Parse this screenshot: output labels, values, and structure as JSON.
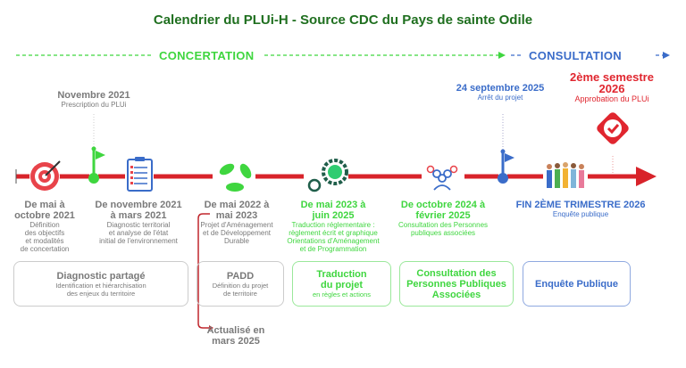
{
  "title": "Calendrier du PLUi-H - Source CDC du Pays de sainte Odile",
  "phases": {
    "concertation": "CONCERTATION",
    "consultation": "CONSULTATION"
  },
  "milestones_top": [
    {
      "date": "Novembre 2021",
      "desc": "Prescription du PLUi"
    },
    {
      "date": "24 septembre 2025",
      "desc": "Arrêt du projet"
    },
    {
      "date_line1": "2ème semestre",
      "date_line2": "2026",
      "desc": "Approbation du PLUi"
    }
  ],
  "steps": [
    {
      "date_line1": "De mai à",
      "date_line2": "octobre 2021",
      "desc": [
        "Définition",
        "des objectifs",
        "et modalités",
        "de concertation"
      ],
      "icon": "target-icon"
    },
    {
      "date_line1": "De novembre 2021",
      "date_line2": "à mars 2021",
      "desc": [
        "Diagnostic territorial",
        "et analyse de l'état",
        "initial de l'environnement"
      ],
      "icon": "clipboard-icon"
    },
    {
      "date_line1": "De mai 2022 à",
      "date_line2": "mai 2023",
      "desc": [
        "Projet d'Aménagement",
        "et de Développement",
        "Durable"
      ],
      "icon": "recycle-leaves-icon"
    },
    {
      "date_line1": "De mai 2023 à",
      "date_line2": "juin 2025",
      "desc": [
        "Traduction réglementaire :",
        "règlement écrit et graphique",
        "Orientations d'Aménagement",
        "et de Programmation"
      ],
      "icon": "gears-icon"
    },
    {
      "date_line1": "De octobre 2024 à",
      "date_line2": "février 2025",
      "desc": [
        "Consultation des Personnes",
        "publiques associées"
      ],
      "icon": "people-group-icon"
    },
    {
      "date_line1": "FIN 2ÈME TRIMESTRE 2026",
      "desc": [
        "Enquête publique"
      ],
      "icon": "crowd-icon"
    }
  ],
  "boxes": [
    {
      "title": "Diagnostic partagé",
      "sub": [
        "Identification et hiérarchisation",
        "des enjeux du territoire"
      ]
    },
    {
      "title": "PADD",
      "sub": [
        "Définition du projet",
        "de territoire"
      ]
    },
    {
      "title_lines": [
        "Traduction",
        "du projet"
      ],
      "sub": [
        "en règles et actions"
      ]
    },
    {
      "title_lines": [
        "Consultation des",
        "Personnes Publiques",
        "Associées"
      ]
    },
    {
      "title": "Enquête Publique"
    }
  ],
  "update_note": [
    "Actualisé en",
    "mars 2025"
  ],
  "colors": {
    "title": "#1f6f1f",
    "concertation": "#3fd63f",
    "consultation": "#3a6cc9",
    "timeline": "#d8232a",
    "gray": "#7a7a7a"
  }
}
